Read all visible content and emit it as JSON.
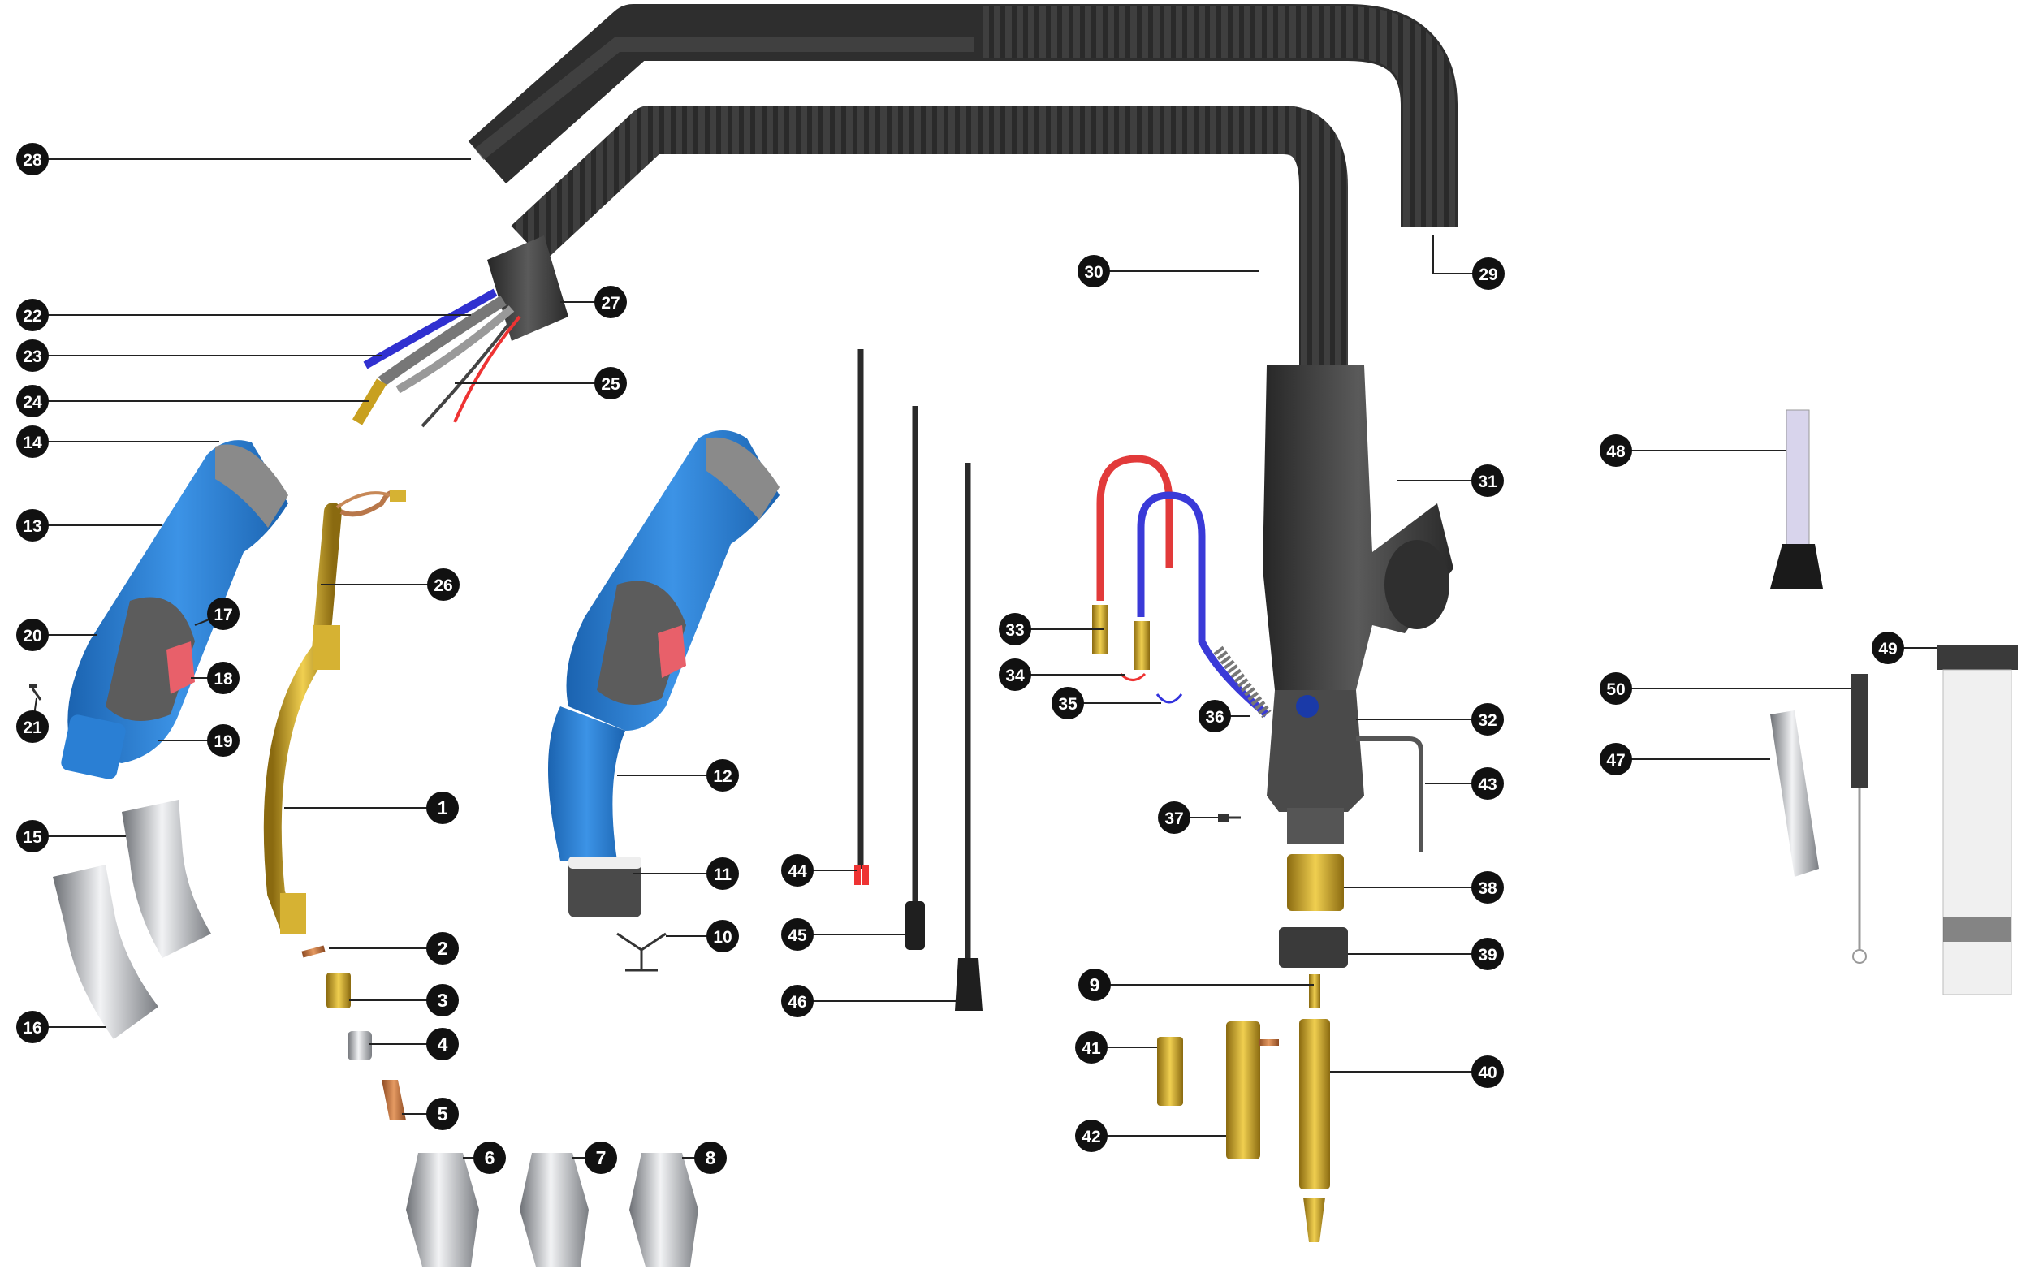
{
  "colors": {
    "callout_fill": "#111111",
    "callout_text": "#ffffff",
    "leader_line": "#222222",
    "hose_dark": "#3a3a3a",
    "handle_blue": "#2a7fd4",
    "handle_grey": "#5c5c5c",
    "trigger_red": "#e8606a",
    "brass": "#c8a020",
    "copper": "#c8733a",
    "chrome": "#b9bcc0",
    "lead_red": "#e23a3a",
    "lead_blue": "#3a3ad8"
  },
  "callouts": [
    {
      "id": "1",
      "label": "1"
    },
    {
      "id": "2",
      "label": "2"
    },
    {
      "id": "3",
      "label": "3"
    },
    {
      "id": "4",
      "label": "4"
    },
    {
      "id": "5",
      "label": "5"
    },
    {
      "id": "6",
      "label": "6"
    },
    {
      "id": "7",
      "label": "7"
    },
    {
      "id": "8",
      "label": "8"
    },
    {
      "id": "9",
      "label": "9"
    },
    {
      "id": "10",
      "label": "10"
    },
    {
      "id": "11",
      "label": "11"
    },
    {
      "id": "12",
      "label": "12"
    },
    {
      "id": "13",
      "label": "13"
    },
    {
      "id": "14",
      "label": "14"
    },
    {
      "id": "15",
      "label": "15"
    },
    {
      "id": "16",
      "label": "16"
    },
    {
      "id": "17",
      "label": "17"
    },
    {
      "id": "18",
      "label": "18"
    },
    {
      "id": "19",
      "label": "19"
    },
    {
      "id": "20",
      "label": "20"
    },
    {
      "id": "21",
      "label": "21"
    },
    {
      "id": "22",
      "label": "22"
    },
    {
      "id": "23",
      "label": "23"
    },
    {
      "id": "24",
      "label": "24"
    },
    {
      "id": "25",
      "label": "25"
    },
    {
      "id": "26",
      "label": "26"
    },
    {
      "id": "27",
      "label": "27"
    },
    {
      "id": "28",
      "label": "28"
    },
    {
      "id": "29",
      "label": "29"
    },
    {
      "id": "30",
      "label": "30"
    },
    {
      "id": "31",
      "label": "31"
    },
    {
      "id": "32",
      "label": "32"
    },
    {
      "id": "33",
      "label": "33"
    },
    {
      "id": "34",
      "label": "34"
    },
    {
      "id": "35",
      "label": "35"
    },
    {
      "id": "36",
      "label": "36"
    },
    {
      "id": "37",
      "label": "37"
    },
    {
      "id": "38",
      "label": "38"
    },
    {
      "id": "39",
      "label": "39"
    },
    {
      "id": "40",
      "label": "40"
    },
    {
      "id": "41",
      "label": "41"
    },
    {
      "id": "42",
      "label": "42"
    },
    {
      "id": "43",
      "label": "43"
    },
    {
      "id": "44",
      "label": "44"
    },
    {
      "id": "45",
      "label": "45"
    },
    {
      "id": "46",
      "label": "46"
    },
    {
      "id": "47",
      "label": "47"
    },
    {
      "id": "48",
      "label": "48"
    },
    {
      "id": "49",
      "label": "49"
    },
    {
      "id": "50",
      "label": "50"
    }
  ]
}
